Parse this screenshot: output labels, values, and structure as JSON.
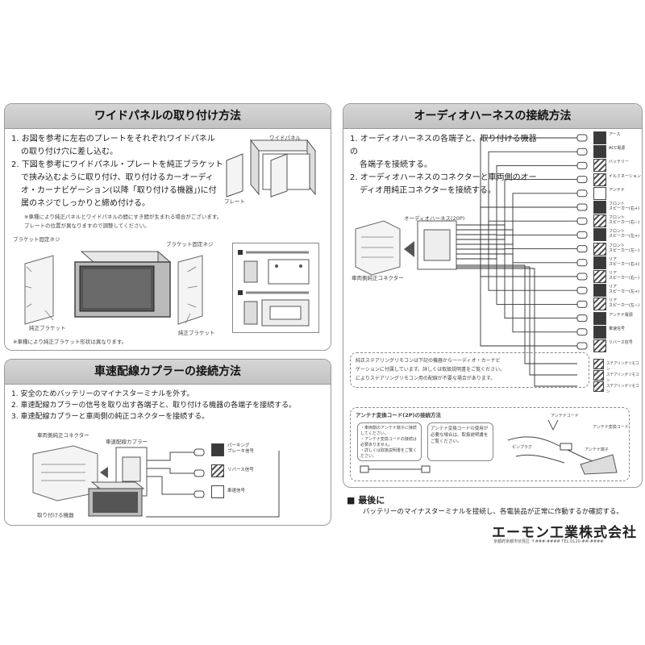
{
  "panel1": {
    "title": "ワイドパネルの取り付け方法",
    "steps": [
      "1. お図を参考に左右のプレートをそれぞれワイドパネル",
      "の取り付け穴に差し込む。",
      "2. 下図を参考にワイドパネル・プレートを純正ブラケット",
      "で挟み込むように取り付け、取り付けるカーオーディ",
      "オ・カーナビゲーション(以降「取り付ける機器」)に付",
      "属のネジでしっかりと締め付ける。"
    ],
    "notes": [
      "※車種により純正パネルとワイドパネルの間にすき間が生まれる場合がございます。",
      "プレートの位置が異なりますので調整してください。"
    ],
    "labels": {
      "wide_panel": "ワイドパネル",
      "plate": "プレート",
      "bracket_screw": "ブラケット固定ネジ",
      "bracket_screw2": "ブラケット固定ネジ",
      "oem_bracket": "純正ブラケット",
      "oem_bracket2": "純正ブラケット"
    },
    "footnote": "※車種により純正ブラケット形状は異なります。"
  },
  "panel2": {
    "title": "車速配線カプラーの接続方法",
    "steps": [
      "1. 安全のためバッテリーのマイナスターミナルを外す。",
      "2. 車速配線カプラーの信号を取り出す各端子と、取り付ける機器の各端子を接続する。",
      "3. 車速配線カプラーと車両側の純正コネクターを接続する。"
    ],
    "labels": {
      "vehicle_connector": "車両側純正コネクター",
      "coupler": "車速配線カプラー",
      "device": "取り付ける機器"
    },
    "terminals": [
      "パーキング\nブレーキ信号",
      "リバース信号",
      "車速信号"
    ]
  },
  "panel3": {
    "title": "オーディオハーネスの接続方法",
    "steps": [
      "1. オーディオハーネスの各端子と、取り付ける機器の",
      "各端子を接続する。",
      "2. オーディオハーネスのコネクターと車両側のオー",
      "ディオ用純正コネクターを接続する。"
    ],
    "labels": {
      "harness": "オーディオハーネス(20P)",
      "vehicle_connector": "車両側純正コネクター"
    },
    "terminals": [
      "アース",
      "ACC電源",
      "バッテリー",
      "イルミネーション",
      "アンテナ",
      "フロント\nスピーカー(右+)",
      "フロント\nスピーカー(右−)",
      "フロント\nスピーカー(左+)",
      "フロント\nスピーカー(左−)",
      "リア\nスピーカー(右+)",
      "リア\nスピーカー(右−)",
      "リア\nスピーカー(左+)",
      "リア\nスピーカー(左−)",
      "アンテナ電源",
      "車速信号",
      "リバース信号"
    ],
    "extra_terminals": [
      "ステアリングリモコン",
      "ステアリングリモコン",
      "ステアリングリモコン"
    ],
    "note_lines": [
      "純正ステアリングリモコンは下記の機器から一ーディオ・カーナビ",
      "ゲーションに付属しています。詳しくは取扱説明書をご覧ください。",
      "によりステアリングリモコン用の配線が不要な場合があります。"
    ],
    "antenna": {
      "title": "アンテナ変換コード(2P)の接続方法",
      "notes": [
        "・車両側のアンテナ端子に接続してください。",
        "・アンテナ変換コードの接続は必要ありません。",
        "・詳しくは取扱説明書をご覧ください。"
      ],
      "warn": "アンテナ変換コードの使用が必要な場合は、取扱説明書をご覧ください。",
      "labels": [
        "アンテナコード",
        "アンテナ変換コード",
        "ピンプラグ",
        "アンテナ端子"
      ]
    }
  },
  "final": {
    "title": "■ 最後に",
    "text": "バッテリーのマイナスターミナルを接続し、各電装品が正常に作動するか確認する。"
  },
  "company": {
    "name": "エーモン工業株式会社",
    "address": "京都府京都市伏見区 〒###-####  TEL:0120-##-####"
  }
}
